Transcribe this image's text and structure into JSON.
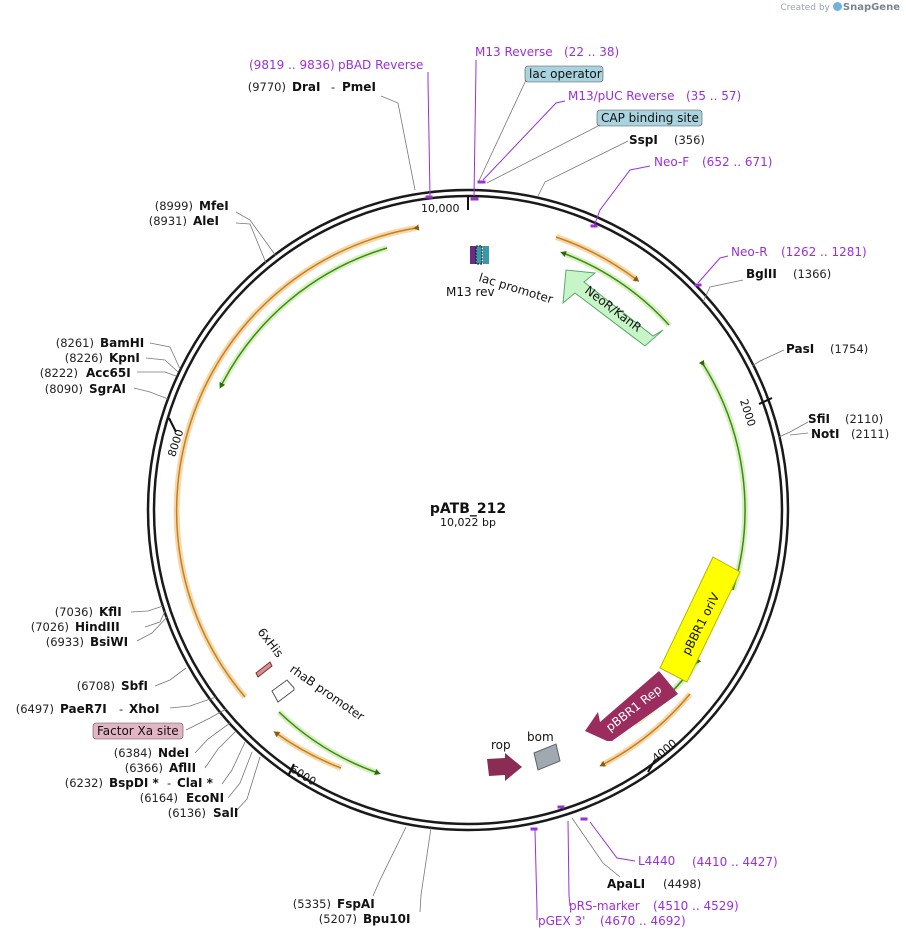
{
  "watermark": {
    "prefix": "Created by",
    "brand": "SnapGene"
  },
  "plasmid": {
    "name": "pATB_212",
    "length_label": "10,022 bp"
  },
  "ticks": [
    {
      "label": "10,000",
      "bp": 10000
    },
    {
      "label": "2000",
      "bp": 2000
    },
    {
      "label": "4000",
      "bp": 4000
    },
    {
      "label": "6000",
      "bp": 6000
    },
    {
      "label": "8000",
      "bp": 8000
    }
  ],
  "left_sites": [
    {
      "pos": "(8999)",
      "name": "MfeI"
    },
    {
      "pos": "(8931)",
      "name": "AleI"
    },
    {
      "pos": "(8261)",
      "name": "BamHI"
    },
    {
      "pos": "(8226)",
      "name": "KpnI"
    },
    {
      "pos": "(8222)",
      "name": "Acc65I"
    },
    {
      "pos": "(8090)",
      "name": "SgrAI"
    },
    {
      "pos": "(7036)",
      "name": "KflI"
    },
    {
      "pos": "(7026)",
      "name": "HindIII"
    },
    {
      "pos": "(6933)",
      "name": "BsiWI"
    },
    {
      "pos": "(6708)",
      "name": "SbfI"
    },
    {
      "pos": "(6384)",
      "name": "NdeI"
    },
    {
      "pos": "(6366)",
      "name": "AflII"
    },
    {
      "pos": "(6164)",
      "name": "EcoNI"
    },
    {
      "pos": "(6136)",
      "name": "SalI"
    },
    {
      "pos": "(5335)",
      "name": "FspAI"
    },
    {
      "pos": "(5207)",
      "name": "Bpu10I"
    }
  ],
  "right_sites": [
    {
      "name": "SspI",
      "pos": "(356)"
    },
    {
      "name": "BglII",
      "pos": "(1366)"
    },
    {
      "name": "PasI",
      "pos": "(1754)"
    },
    {
      "name": "SfiI",
      "pos": "(2110)"
    },
    {
      "name": "NotI",
      "pos": "(2111)"
    },
    {
      "name": "ApaLI",
      "pos": "(4498)"
    }
  ],
  "compound_sites": {
    "dra_pme": {
      "pos": "(9770)",
      "name1": "DraI",
      "sep": "-",
      "name2": "PmeI"
    },
    "paer_xho": {
      "pos": "(6497)",
      "name1": "PaeR7I",
      "sep": "-",
      "name2": "XhoI"
    },
    "bspd_cla": {
      "pos": "(6232)",
      "name1": "BspDI *",
      "sep": "-",
      "name2": "ClaI *"
    }
  },
  "primers": [
    {
      "name": "pBAD Reverse",
      "range": "(9819 .. 9836)"
    },
    {
      "name": "M13 Reverse",
      "range": "(22 .. 38)"
    },
    {
      "name": "M13/pUC Reverse",
      "range": "(35 .. 57)"
    },
    {
      "name": "Neo-F",
      "range": "(652 .. 671)"
    },
    {
      "name": "Neo-R",
      "range": "(1262 .. 1281)"
    },
    {
      "name": "L4440",
      "range": "(4410 .. 4427)"
    },
    {
      "name": "pRS-marker",
      "range": "(4510 .. 4529)"
    },
    {
      "name": "pGEX 3'",
      "range": "(4670 .. 4692)"
    }
  ],
  "boxed_features": [
    {
      "label": "lac operator",
      "color": "#a8d3df"
    },
    {
      "label": "CAP binding site",
      "color": "#a8d3df"
    },
    {
      "label": "Factor Xa site",
      "color": "#e2b5c5"
    }
  ],
  "features": [
    {
      "label": "lac promoter"
    },
    {
      "label": "M13 rev"
    },
    {
      "label": "NeoR/KanR",
      "color": "#c8f5c8"
    },
    {
      "label": "pBBR1 oriV",
      "color": "#ffff00"
    },
    {
      "label": "pBBR1 Rep",
      "color": "#9b2c5e"
    },
    {
      "label": "rop",
      "color": "#8b2c55"
    },
    {
      "label": "bom",
      "color": "#a0a8b0"
    },
    {
      "label": "6xHis"
    },
    {
      "label": "rhaB promoter"
    }
  ],
  "colors": {
    "primer": "#9b30d9",
    "orf_orange": "#e8a440",
    "orf_green": "#4a9a18",
    "backbone": "#1a1a1a"
  }
}
